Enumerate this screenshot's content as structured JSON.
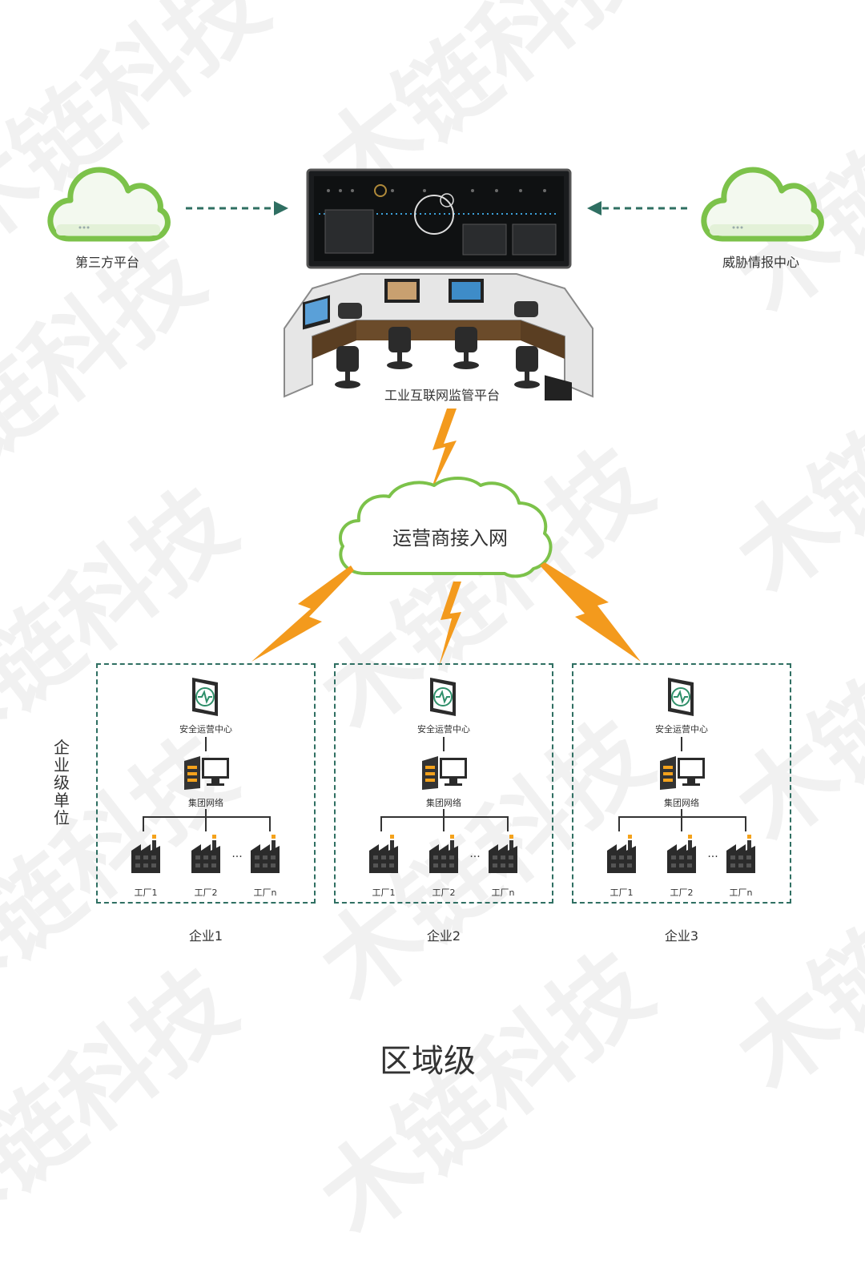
{
  "nodes": {
    "third_party": "第三方平台",
    "threat_center": "威胁情报中心",
    "monitor_platform": "工业互联网监管平台",
    "operator_network": "运营商接入网",
    "enterprise_level": "企业级单位"
  },
  "enterprises": [
    {
      "name": "企业1",
      "soc": "安全运营中心",
      "group_net": "集团网络",
      "factories": [
        "工厂1",
        "工厂2",
        "工厂n"
      ],
      "ellipsis": "..."
    },
    {
      "name": "企业2",
      "soc": "安全运营中心",
      "group_net": "集团网络",
      "factories": [
        "工厂1",
        "工厂2",
        "工厂n"
      ],
      "ellipsis": "..."
    },
    {
      "name": "企业3",
      "soc": "安全运营中心",
      "group_net": "集团网络",
      "factories": [
        "工厂1",
        "工厂2",
        "工厂n"
      ],
      "ellipsis": "..."
    }
  ],
  "footer_title": "区域级",
  "watermark": "木链科技",
  "colors": {
    "cloud_green": "#7cc24a",
    "dash_teal": "#2f6f62",
    "lightning": "#f39a1d",
    "factory_accent": "#f4a21c"
  }
}
